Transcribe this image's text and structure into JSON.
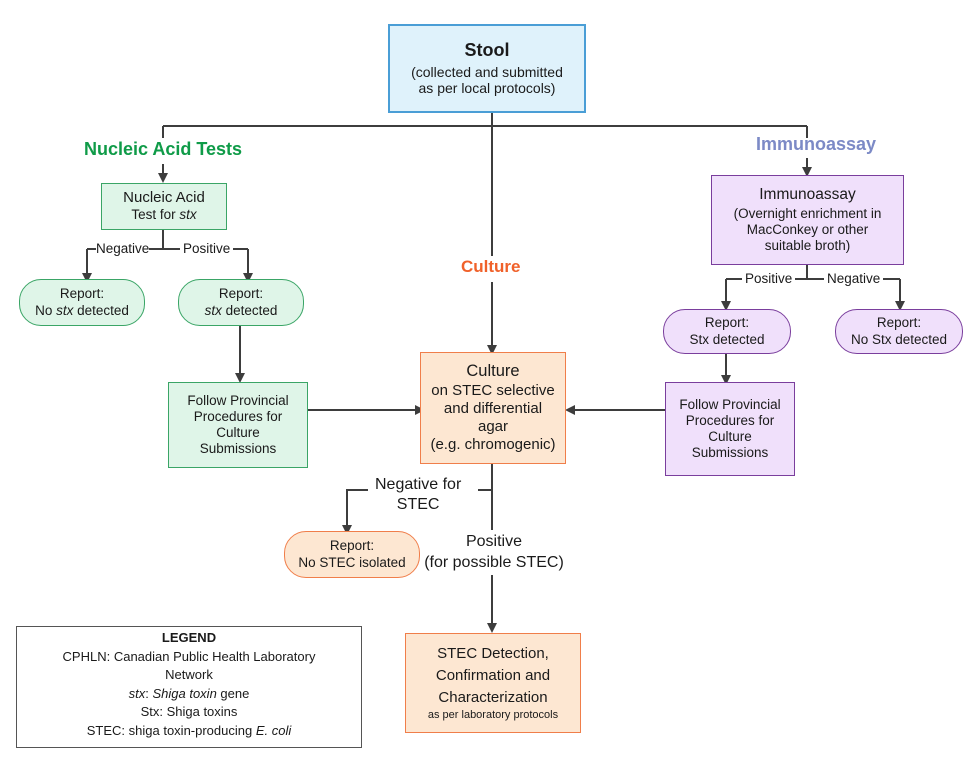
{
  "title": "STEC laboratory testing flowchart",
  "colors": {
    "nucleic_acid": "#0f9b48",
    "culture": "#f0612a",
    "immunoassay": "#7c8ac6",
    "connector": "#3d3d3d"
  },
  "stool": {
    "title": "Stool",
    "line1": "(collected and submitted",
    "line2": "as per local protocols)"
  },
  "branches": {
    "nucleic_acid": "Nucleic Acid Tests",
    "culture": "Culture",
    "immunoassay": "Immunoassay"
  },
  "nucleic_acid": {
    "test_line1": "Nucleic Acid",
    "test_line2_prefix": "Test for ",
    "test_line2_italic": "stx",
    "negative_label": "Negative",
    "positive_label": "Positive",
    "report_negative": {
      "line1": "Report:",
      "prefix": "No ",
      "italic": "stx",
      "suffix": " detected"
    },
    "report_positive": {
      "line1": "Report:",
      "italic": "stx",
      "suffix": " detected"
    },
    "follow": [
      "Follow Provincial",
      "Procedures for",
      "Culture",
      "Submissions"
    ]
  },
  "immunoassay": {
    "lines": [
      "Immunoassay",
      "(Overnight enrichment in",
      "MacConkey or other",
      "suitable broth)"
    ],
    "positive_label": "Positive",
    "negative_label": "Negative",
    "report_positive": {
      "line1": "Report:",
      "line2": "Stx detected"
    },
    "report_negative": {
      "line1": "Report:",
      "line2": "No Stx detected"
    },
    "follow": [
      "Follow Provincial",
      "Procedures for",
      "Culture",
      "Submissions"
    ]
  },
  "culture": {
    "lines": [
      "Culture",
      "on STEC selective",
      "and differential",
      "agar",
      "(e.g. chromogenic)"
    ],
    "negative_label_line1": "Negative for",
    "negative_label_line2": "STEC",
    "positive_label_line1": "Positive",
    "positive_label_line2": "(for possible STEC)",
    "report_negative": {
      "line1": "Report:",
      "line2": "No STEC isolated"
    },
    "detection": [
      "STEC Detection,",
      "Confirmation and",
      "Characterization"
    ],
    "detection_note": "as per laboratory protocols"
  },
  "legend": {
    "title": "LEGEND",
    "cphln": "CPHLN: Canadian Public Health Laboratory",
    "cphln2": "Network",
    "stx_term": "stx",
    "stx_sep": ": ",
    "stx_def_italic": "Shiga toxin",
    "stx_def_suffix": " gene",
    "stx_protein": "Stx: Shiga toxins",
    "stec_prefix": "STEC: shiga toxin-producing ",
    "stec_italic": "E. coli"
  }
}
